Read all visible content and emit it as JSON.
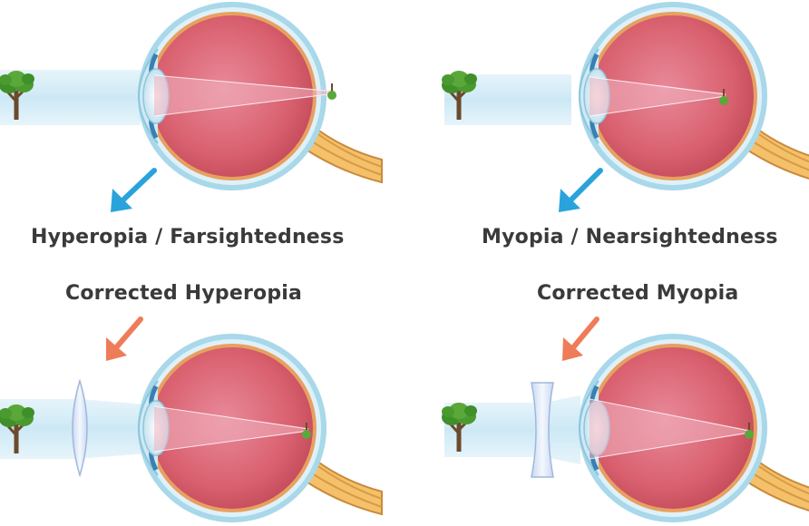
{
  "labels": {
    "hyperopia": "Hyperopia / Farsightedness",
    "myopia": "Myopia / Nearsightedness",
    "corrected_hyperopia": "Corrected Hyperopia",
    "corrected_myopia": "Corrected Myopia"
  },
  "panels": [
    {
      "name": "hyperopia-panel",
      "condition": "hyperopia",
      "lens": "none",
      "arrow": "blue"
    },
    {
      "name": "myopia-panel",
      "condition": "myopia",
      "lens": "none",
      "arrow": "blue"
    },
    {
      "name": "corrected-hyperopia-panel",
      "condition": "hyperopia",
      "lens": "convex",
      "arrow": "orange"
    },
    {
      "name": "corrected-myopia-panel",
      "condition": "myopia",
      "lens": "concave",
      "arrow": "orange"
    }
  ],
  "icons": [
    "tree-icon",
    "eye-icon",
    "convex-lens-icon",
    "concave-lens-icon",
    "arrow-icon"
  ],
  "colors": {
    "text": "#3a3a3a",
    "blue_arrow": "#29a3dc",
    "orange_arrow": "#ef7c58",
    "eyeball": "#d9606e",
    "sclera_ring": "#a8d8ea",
    "light_beam": "#cfe9f4"
  }
}
